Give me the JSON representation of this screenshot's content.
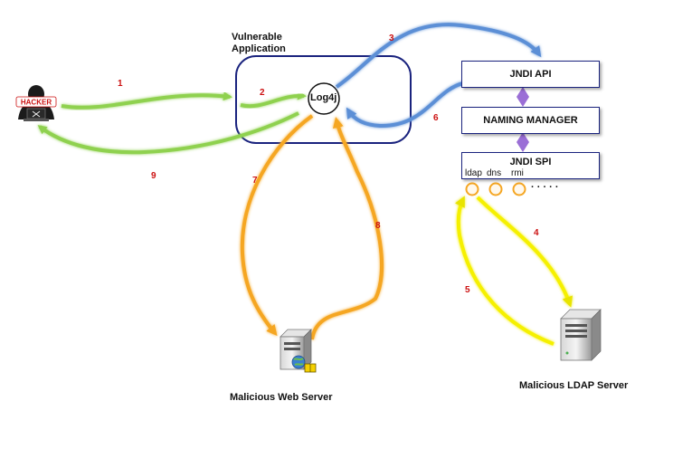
{
  "app": {
    "title": "Vulnerable Application",
    "title_line1": "Vulnerable",
    "title_line2": "Application",
    "log4j": "Log4j"
  },
  "hacker": {
    "label": "HACKER",
    "icon": "hacker-icon"
  },
  "jndi": {
    "api": "JNDI API",
    "naming_manager": "NAMING MANAGER",
    "spi": "JNDI SPI",
    "protocols": [
      "ldap",
      "dns",
      "rmi"
    ],
    "more": "· · · · ·"
  },
  "servers": {
    "web": "Malicious Web Server",
    "ldap": "Malicious LDAP Server"
  },
  "steps": [
    "1",
    "2",
    "3",
    "4",
    "5",
    "6",
    "7",
    "8",
    "9"
  ],
  "colors": {
    "green": "#8fd14f",
    "blue": "#5b8fd6",
    "orange": "#f5a623",
    "yellow": "#f5f000",
    "purple": "#9b6fd6",
    "step_red": "#cc1111",
    "navy": "#1a237e"
  }
}
